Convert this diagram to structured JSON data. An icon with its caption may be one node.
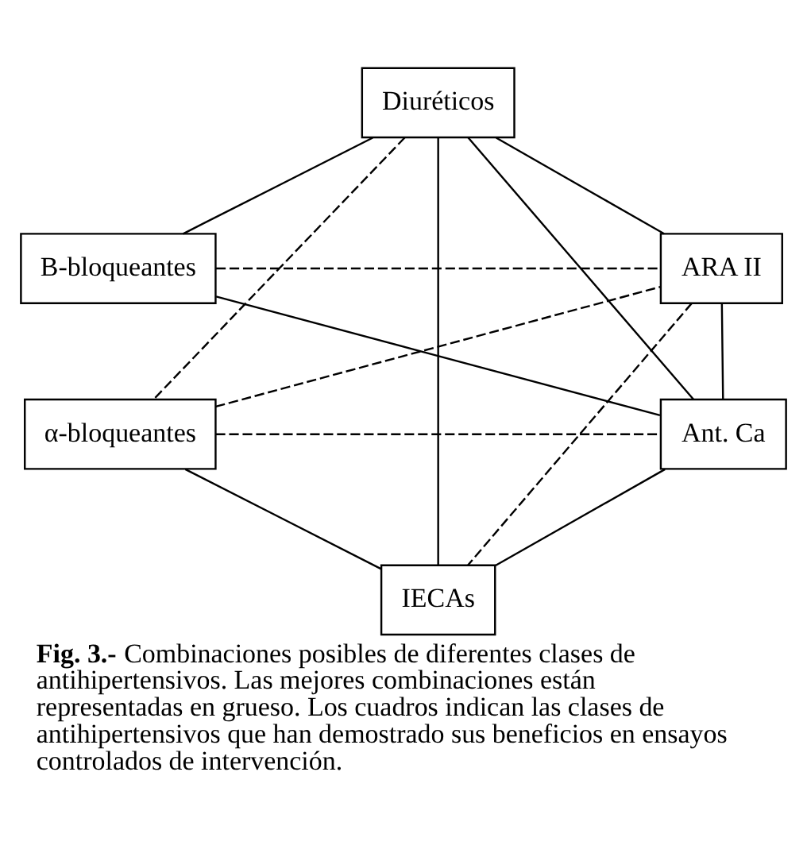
{
  "diagram": {
    "caption": "**Fig. 3.-** Combinaciones posibles de diferentes clases de antihipertensivos. Las mejores combinaciones están representadas en grueso. Los cuadros indican las clases de antihipertensivos que han demostrado sus beneficios en ensayos controlados de intervención.",
    "nodes": [
      {
        "text": [
          "Diuréticos"
        ]
      },
      {
        "text": [
          "B-bloqueantes"
        ]
      },
      {
        "text": [
          "ARA II"
        ]
      },
      {
        "text": [
          "α-bloqueantes"
        ]
      },
      {
        "text": [
          "Ant. Ca"
        ]
      },
      {
        "text": [
          "IECAs"
        ]
      }
    ],
    "edges": [
      {
        "from": 0,
        "to": 1,
        "arrow": "none"
      },
      {
        "from": 0,
        "to": 2,
        "arrow": "none"
      },
      {
        "from": 0,
        "to": 3,
        "arrow": "none",
        "style": "dashed"
      },
      {
        "from": 0,
        "to": 4,
        "arrow": "none"
      },
      {
        "from": 0,
        "to": 5,
        "arrow": "none"
      },
      {
        "from": 1,
        "to": 2,
        "arrow": "none",
        "style": "dashed"
      },
      {
        "from": 1,
        "to": 4,
        "arrow": "none"
      },
      {
        "from": 3,
        "to": 2,
        "arrow": "none",
        "style": "dashed"
      },
      {
        "from": 2,
        "to": 4,
        "arrow": "none"
      },
      {
        "from": 2,
        "to": 5,
        "arrow": "none",
        "style": "dashed"
      },
      {
        "from": 3,
        "to": 4,
        "arrow": "none",
        "style": "dashed"
      },
      {
        "from": 3,
        "to": 5,
        "arrow": "none"
      },
      {
        "from": 4,
        "to": 5,
        "arrow": "none"
      }
    ]
  }
}
